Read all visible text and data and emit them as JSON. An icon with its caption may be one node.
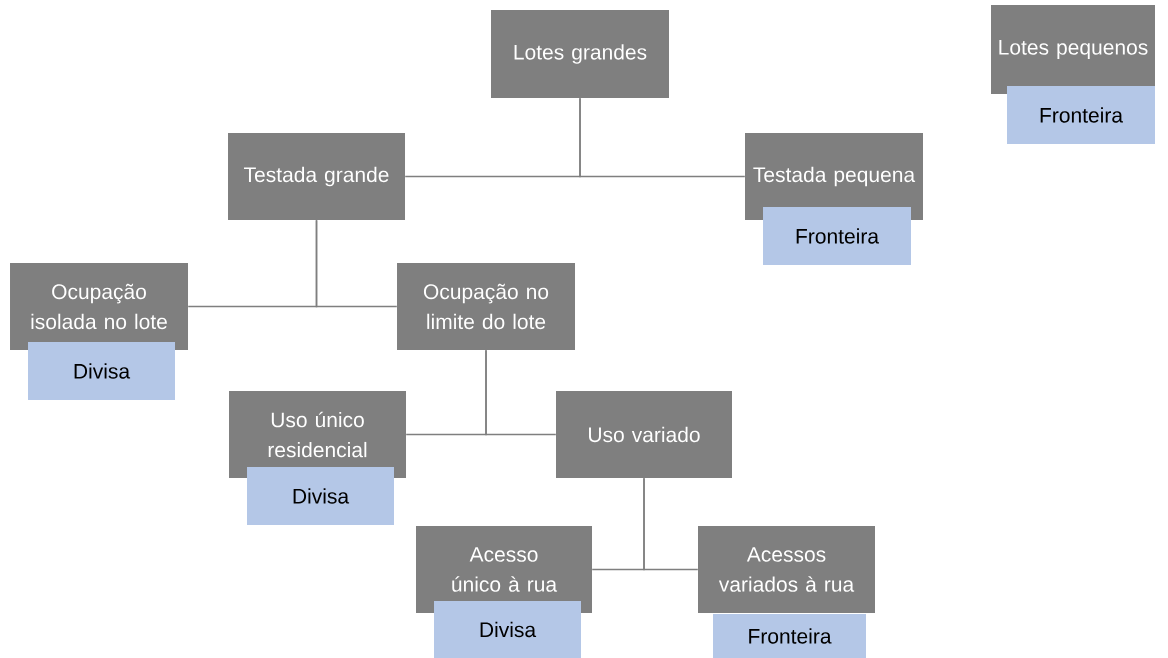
{
  "diagram": {
    "nodes": [
      {
        "text": [
          "Lotes grandes"
        ]
      },
      {
        "text": [
          "Lotes pequenos"
        ]
      },
      {
        "text": [
          "Fronteira"
        ]
      },
      {
        "text": [
          "Testada grande"
        ]
      },
      {
        "text": [
          "Testada pequena"
        ]
      },
      {
        "text": [
          "Fronteira"
        ]
      },
      {
        "text": [
          "Ocupação isolada no lote"
        ]
      },
      {
        "text": [
          "Divisa"
        ]
      },
      {
        "text": [
          "Ocupação no limite do lote"
        ]
      },
      {
        "text": [
          "Uso único residencial"
        ]
      },
      {
        "text": [
          "Divisa"
        ]
      },
      {
        "text": [
          "Uso variado"
        ]
      },
      {
        "text": [
          "Acesso único à rua"
        ]
      },
      {
        "text": [
          "Divisa"
        ]
      },
      {
        "text": [
          "Acessos variados à rua"
        ]
      },
      {
        "text": [
          "Fronteira"
        ]
      }
    ],
    "edges": [
      {
        "from": 0,
        "to": 3,
        "arrow": "none"
      },
      {
        "from": 0,
        "to": 4,
        "arrow": "none"
      },
      {
        "from": 3,
        "to": 6,
        "arrow": "none"
      },
      {
        "from": 3,
        "to": 8,
        "arrow": "none"
      },
      {
        "from": 8,
        "to": 9,
        "arrow": "none"
      },
      {
        "from": 8,
        "to": 11,
        "arrow": "none"
      },
      {
        "from": 11,
        "to": 12,
        "arrow": "none"
      },
      {
        "from": 11,
        "to": 14,
        "arrow": "none"
      }
    ]
  }
}
